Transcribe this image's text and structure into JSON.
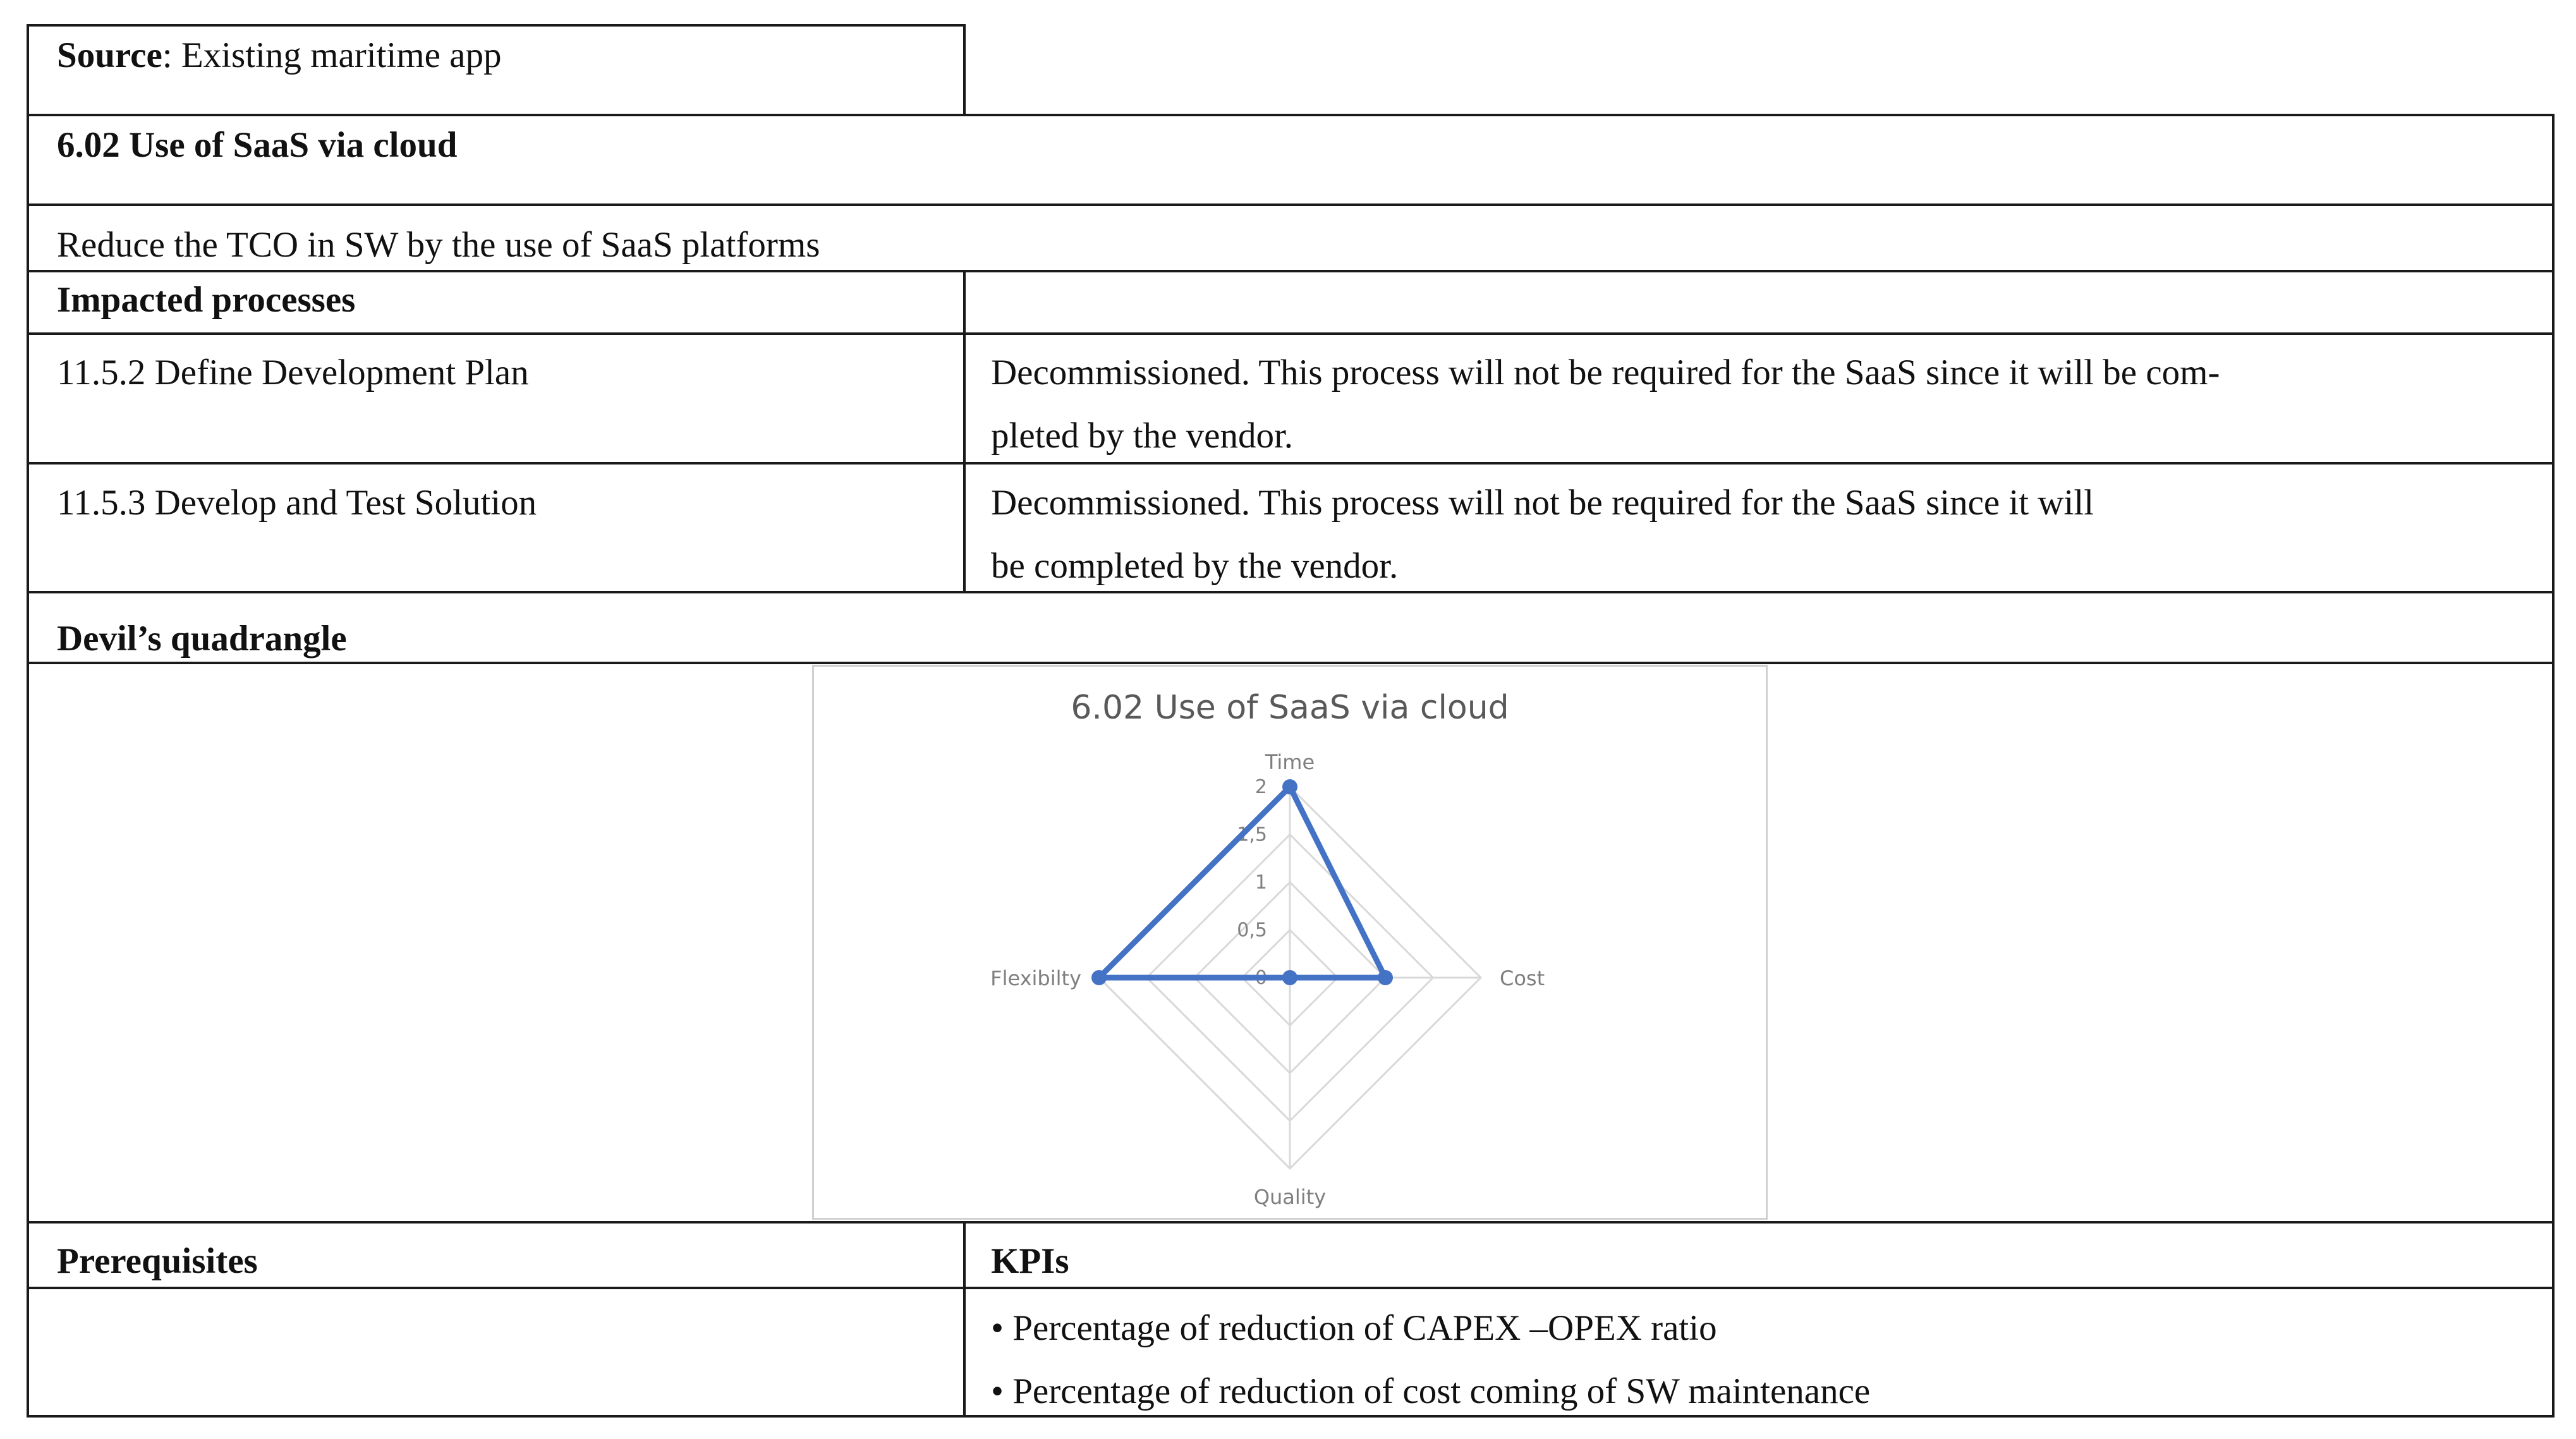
{
  "source": {
    "label": "Source",
    "value": ": Existing maritime app"
  },
  "measure": {
    "title": "6.02 Use of SaaS via cloud",
    "description": "Reduce the TCO in SW by the use of SaaS platforms"
  },
  "impacted": {
    "heading": "Impacted processes",
    "rows": [
      {
        "process": "11.5.2 Define Development Plan",
        "line1": "Decommissioned. This process will not be required for the SaaS since it will be com-",
        "line2": "pleted by the vendor."
      },
      {
        "process": "11.5.3 Develop and Test Solution",
        "line1": "Decommissioned. This process will not be required for the SaaS since it will",
        "line2": "be completed by the vendor."
      }
    ]
  },
  "devil": {
    "heading": "Devil’s quadrangle"
  },
  "prereq": {
    "heading": "Prerequisites"
  },
  "kpis": {
    "heading": "KPIs",
    "items": [
      "• Percentage of reduction of CAPEX –OPEX ratio",
      "• Percentage of reduction of cost coming of SW maintenance"
    ]
  },
  "chart_data": {
    "type": "radar",
    "title": "6.02 Use of SaaS via cloud",
    "axes": [
      "Time",
      "Cost",
      "Quality",
      "Flexibilty"
    ],
    "values": [
      2,
      1,
      0,
      2
    ],
    "rmin": 0,
    "rmax": 2,
    "ticks": [
      0,
      0.5,
      1,
      1.5,
      2
    ],
    "tick_labels": [
      "0",
      "0,5",
      "1",
      "1,5",
      "2"
    ],
    "grid": true,
    "colors": {
      "series": "#4472c4",
      "grid": "#d9d9d9",
      "labels": "#7f7f7f",
      "title": "#595959"
    }
  }
}
